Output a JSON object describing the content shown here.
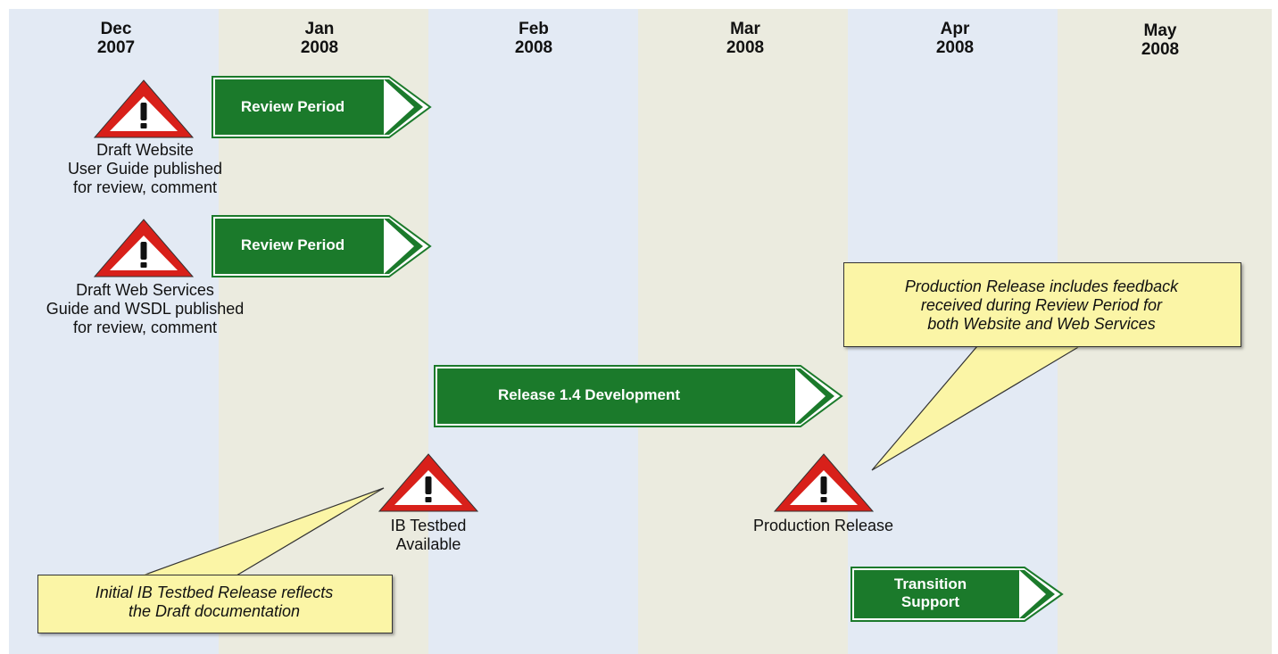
{
  "months": [
    {
      "label": "Dec\n2007"
    },
    {
      "label": "Jan\n2008"
    },
    {
      "label": "Feb\n2008"
    },
    {
      "label": "Mar\n2008"
    },
    {
      "label": "Apr\n2008"
    },
    {
      "label": "May\n2008"
    }
  ],
  "milestones": {
    "draft_website": "Draft Website\nUser Guide published\nfor review, comment",
    "draft_web_services": "Draft Web Services\nGuide and WSDL published\nfor review, comment",
    "ib_testbed": "IB Testbed\nAvailable",
    "production_release": "Production Release"
  },
  "phases": {
    "review_period_1": "Review Period",
    "review_period_2": "Review Period",
    "release_dev": "Release 1.4 Development",
    "transition": "Transition\nSupport"
  },
  "callouts": {
    "production_note": "Production Release includes feedback\nreceived during Review Period for\nboth Website and Web Services",
    "testbed_note": "Initial IB Testbed Release reflects\nthe Draft documentation"
  },
  "colors": {
    "column_blue": "#e3eaf4",
    "column_tan": "#ebebdf",
    "arrow_green": "#1b7a2b",
    "callout_yellow": "#fbf5a6",
    "warning_red": "#d8201a"
  }
}
